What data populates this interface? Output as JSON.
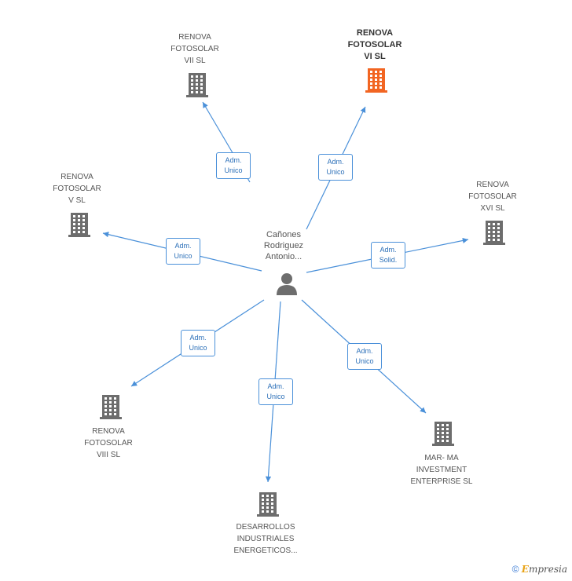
{
  "center": {
    "name": "Cañones\nRodriguez\nAntonio..."
  },
  "nodes": [
    {
      "id": "vii",
      "label": "RENOVA\nFOTOSOLAR\nVII SL",
      "highlight": false,
      "relation": "Adm.\nUnico"
    },
    {
      "id": "vi",
      "label": "RENOVA\nFOTOSOLAR\nVI SL",
      "highlight": true,
      "relation": "Adm.\nUnico"
    },
    {
      "id": "v",
      "label": "RENOVA\nFOTOSOLAR\nV SL",
      "highlight": false,
      "relation": "Adm.\nUnico"
    },
    {
      "id": "xvi",
      "label": "RENOVA\nFOTOSOLAR\nXVI SL",
      "highlight": false,
      "relation": "Adm.\nSolid."
    },
    {
      "id": "viii",
      "label": "RENOVA\nFOTOSOLAR\nVIII SL",
      "highlight": false,
      "relation": "Adm.\nUnico"
    },
    {
      "id": "des",
      "label": "DESARROLLOS\nINDUSTRIALES\nENERGETICOS...",
      "highlight": false,
      "relation": "Adm.\nUnico"
    },
    {
      "id": "mar",
      "label": "MAR- MA\nINVESTMENT\nENTERPRISE  SL",
      "highlight": false,
      "relation": "Adm.\nUnico"
    }
  ],
  "colors": {
    "edge": "#4a90d9",
    "building": "#6d6d6d",
    "building_highlight": "#f26522",
    "person": "#6d6d6d"
  },
  "footer": {
    "copyright": "©",
    "brand_initial": "E",
    "brand_rest": "mpresia"
  }
}
